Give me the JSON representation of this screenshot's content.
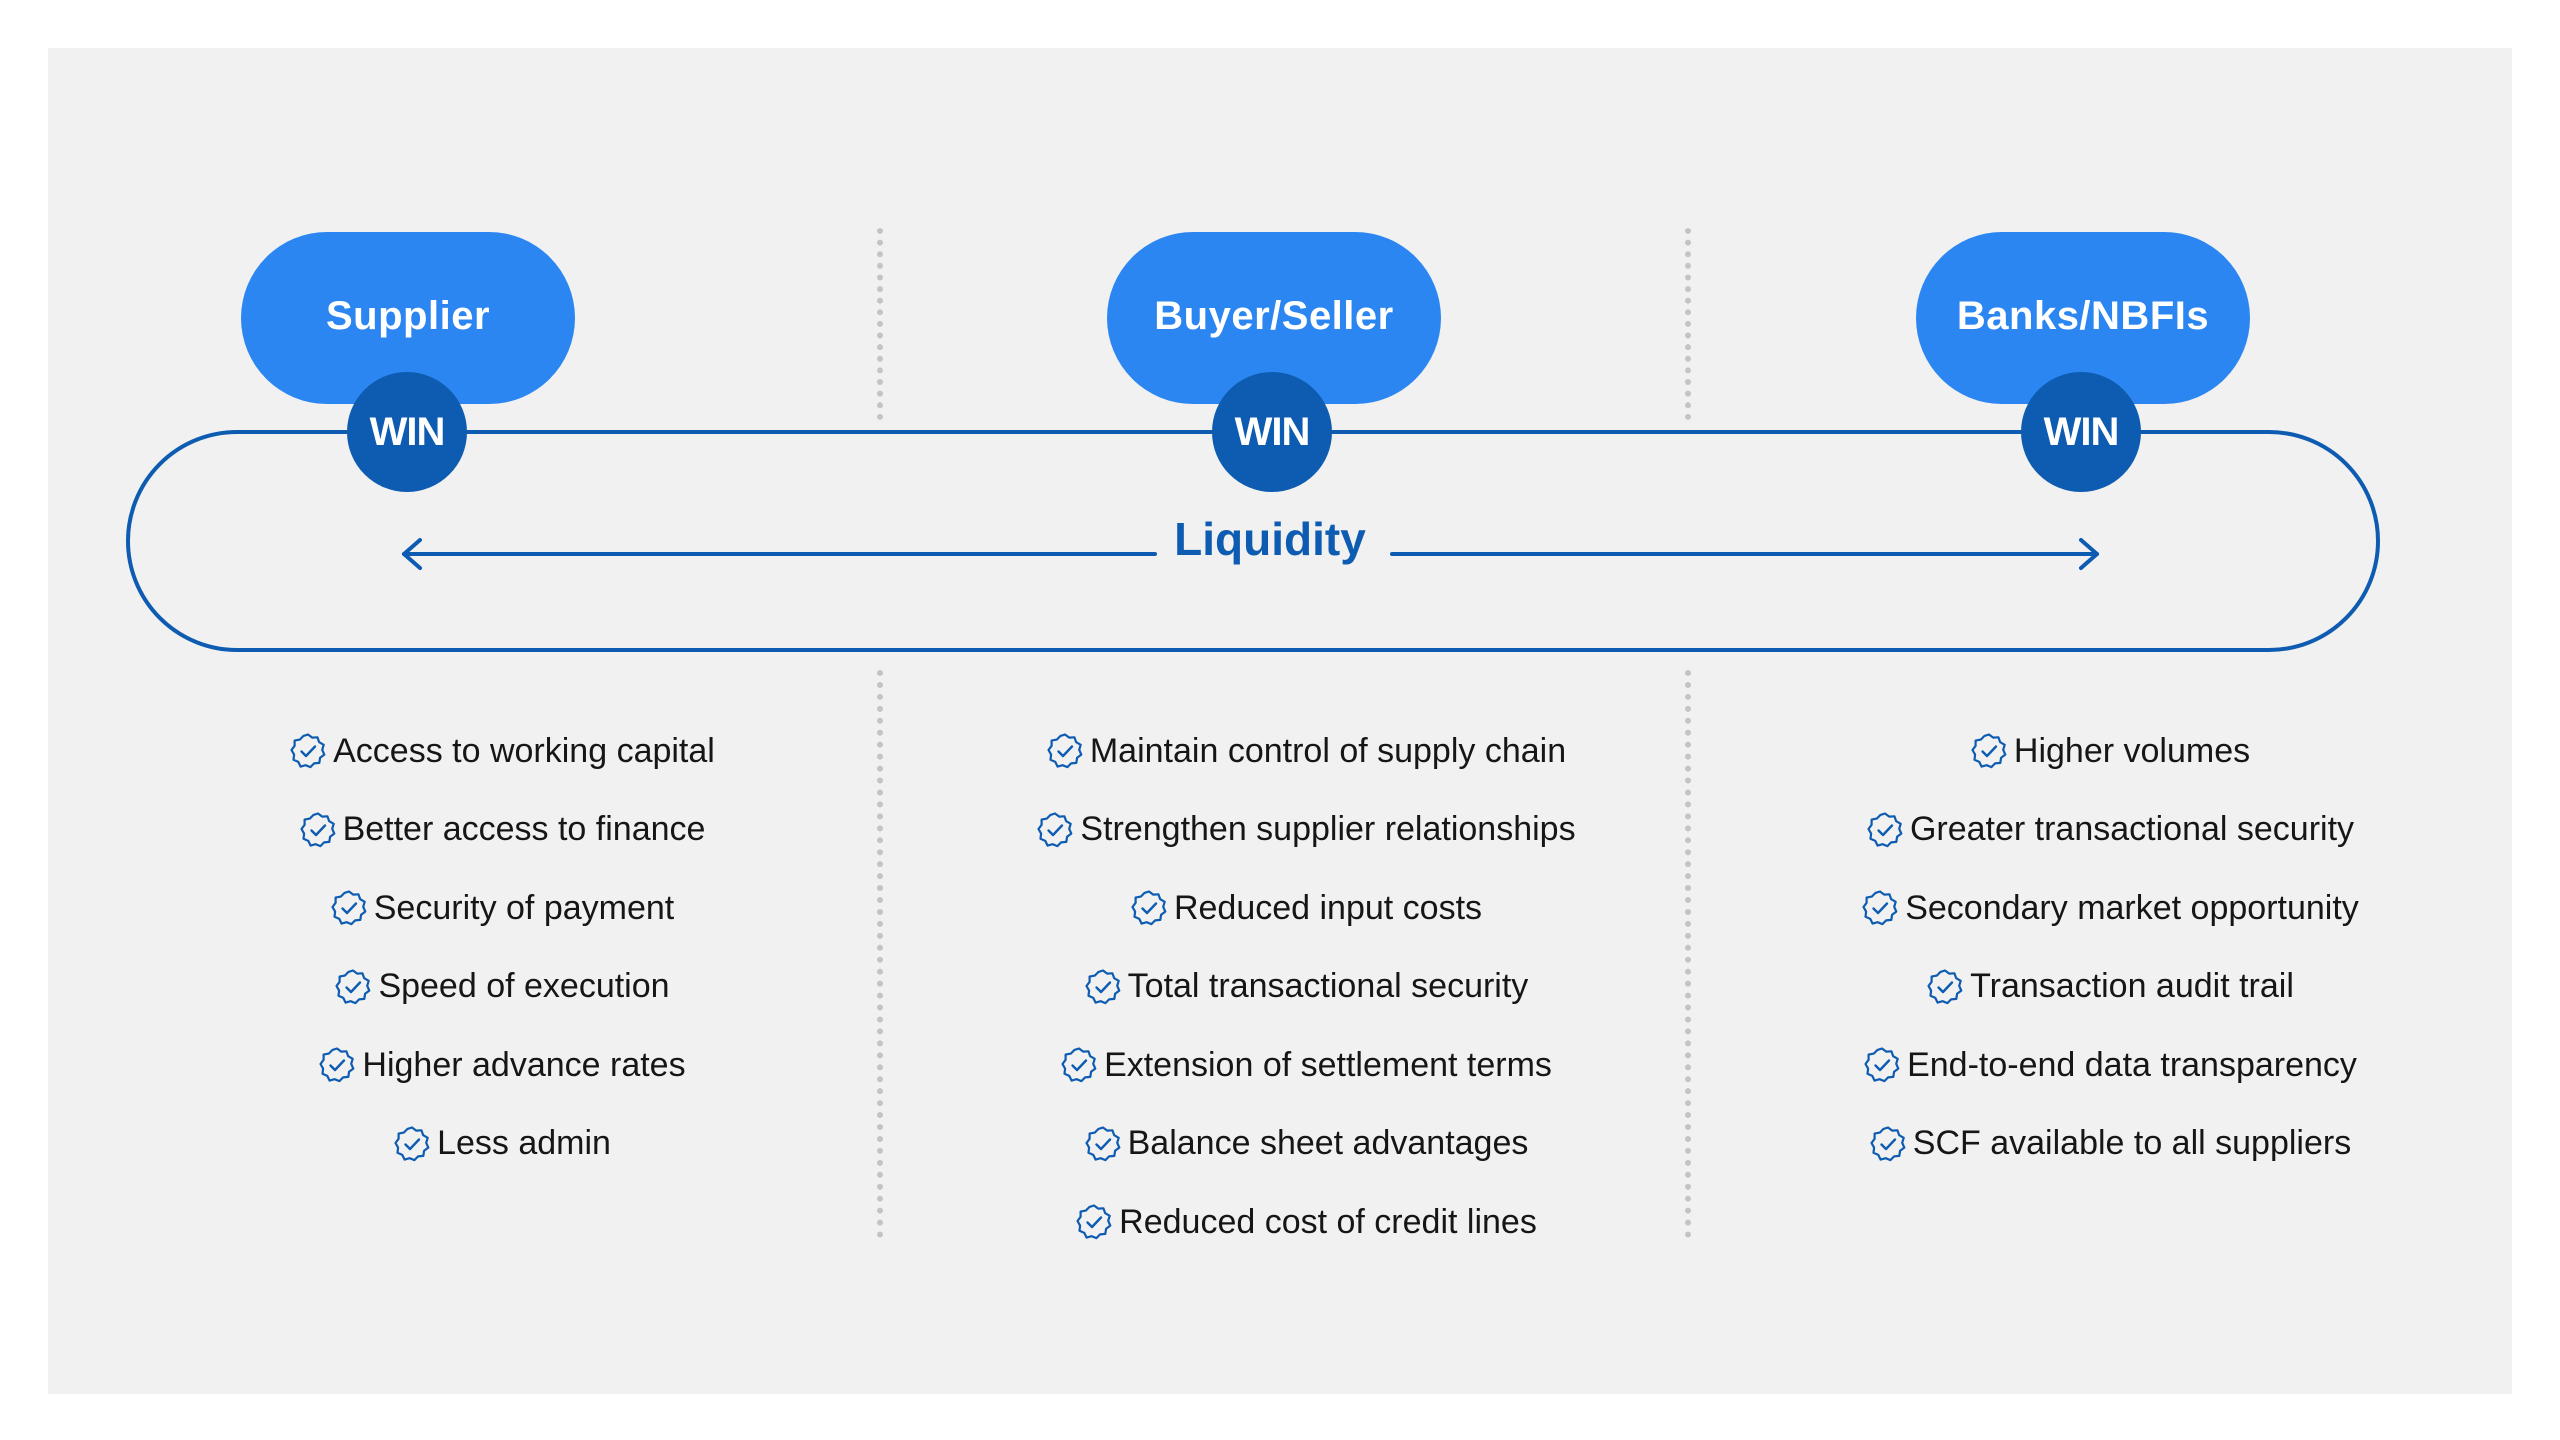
{
  "colors": {
    "panel_bg": "#f1f1f1",
    "pill": "#2b86f2",
    "dark_blue": "#0d5cb1",
    "divider": "#c4c4c4",
    "text": "#161616"
  },
  "center_label": "Liquidity",
  "win_label": "WIN",
  "icon": "check-badge-icon",
  "columns": [
    {
      "title": "Supplier",
      "benefits": [
        "Access to working capital",
        "Better access to finance",
        "Security of payment",
        "Speed of execution",
        "Higher advance rates",
        "Less admin"
      ]
    },
    {
      "title": "Buyer/Seller",
      "benefits": [
        "Maintain control of supply chain",
        "Strengthen supplier relationships",
        "Reduced input costs",
        "Total transactional security",
        "Extension of settlement terms",
        "Balance sheet advantages",
        "Reduced cost of credit lines"
      ]
    },
    {
      "title": "Banks/NBFIs",
      "benefits": [
        "Higher volumes",
        "Greater transactional security",
        "Secondary market opportunity",
        "Transaction audit trail",
        "End-to-end data transparency",
        "SCF available to all suppliers"
      ]
    }
  ]
}
